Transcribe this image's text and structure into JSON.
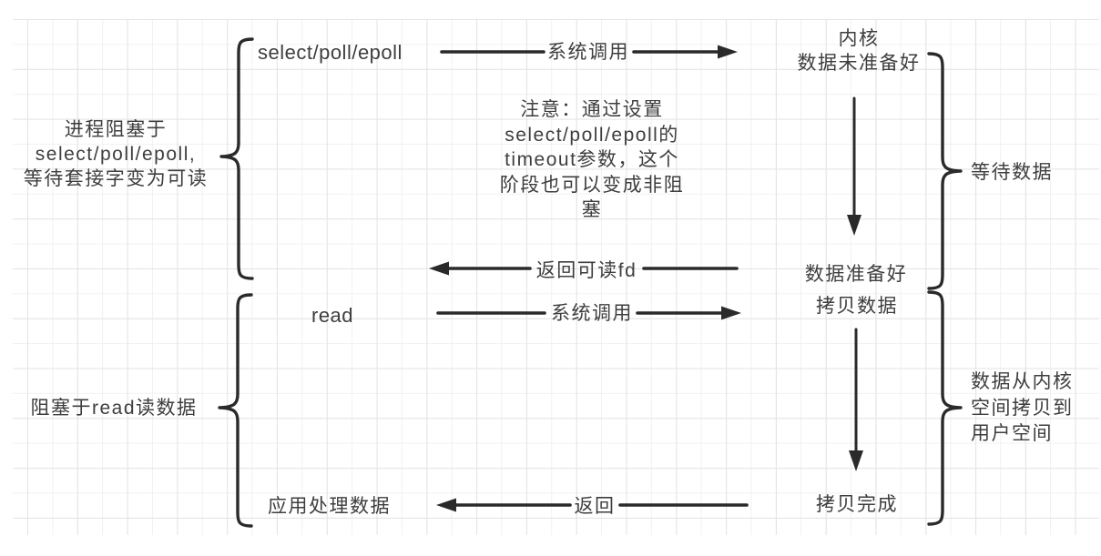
{
  "colors": {
    "background": "#ffffff",
    "grid": "#f1f1f1",
    "grid_dark": "#e4e4e4",
    "text": "#3e3e3e",
    "line": "#2a2a2a"
  },
  "stage1": {
    "left_brace_label": "进程阻塞于\nselect/poll/epoll,\n等待套接字变为可读",
    "caller": "select/poll/epoll",
    "syscall_arrow_label": "系统调用",
    "kernel_state": "内核\n数据未准备好",
    "note": "注意：通过设置\nselect/poll/epoll的\ntimeout参数，这个\n阶段也可以变成非阻\n塞",
    "right_brace_label": "等待数据",
    "data_ready": "数据准备好",
    "return_arrow_label": "返回可读fd"
  },
  "stage2": {
    "left_brace_label": "阻塞于read读数据",
    "caller": "read",
    "syscall_arrow_label": "系统调用",
    "copy_start": "拷贝数据",
    "right_brace_label": "数据从内核\n空间拷贝到\n用户空间",
    "copy_done": "拷贝完成",
    "return_arrow_label": "返回",
    "app_process": "应用处理数据"
  }
}
